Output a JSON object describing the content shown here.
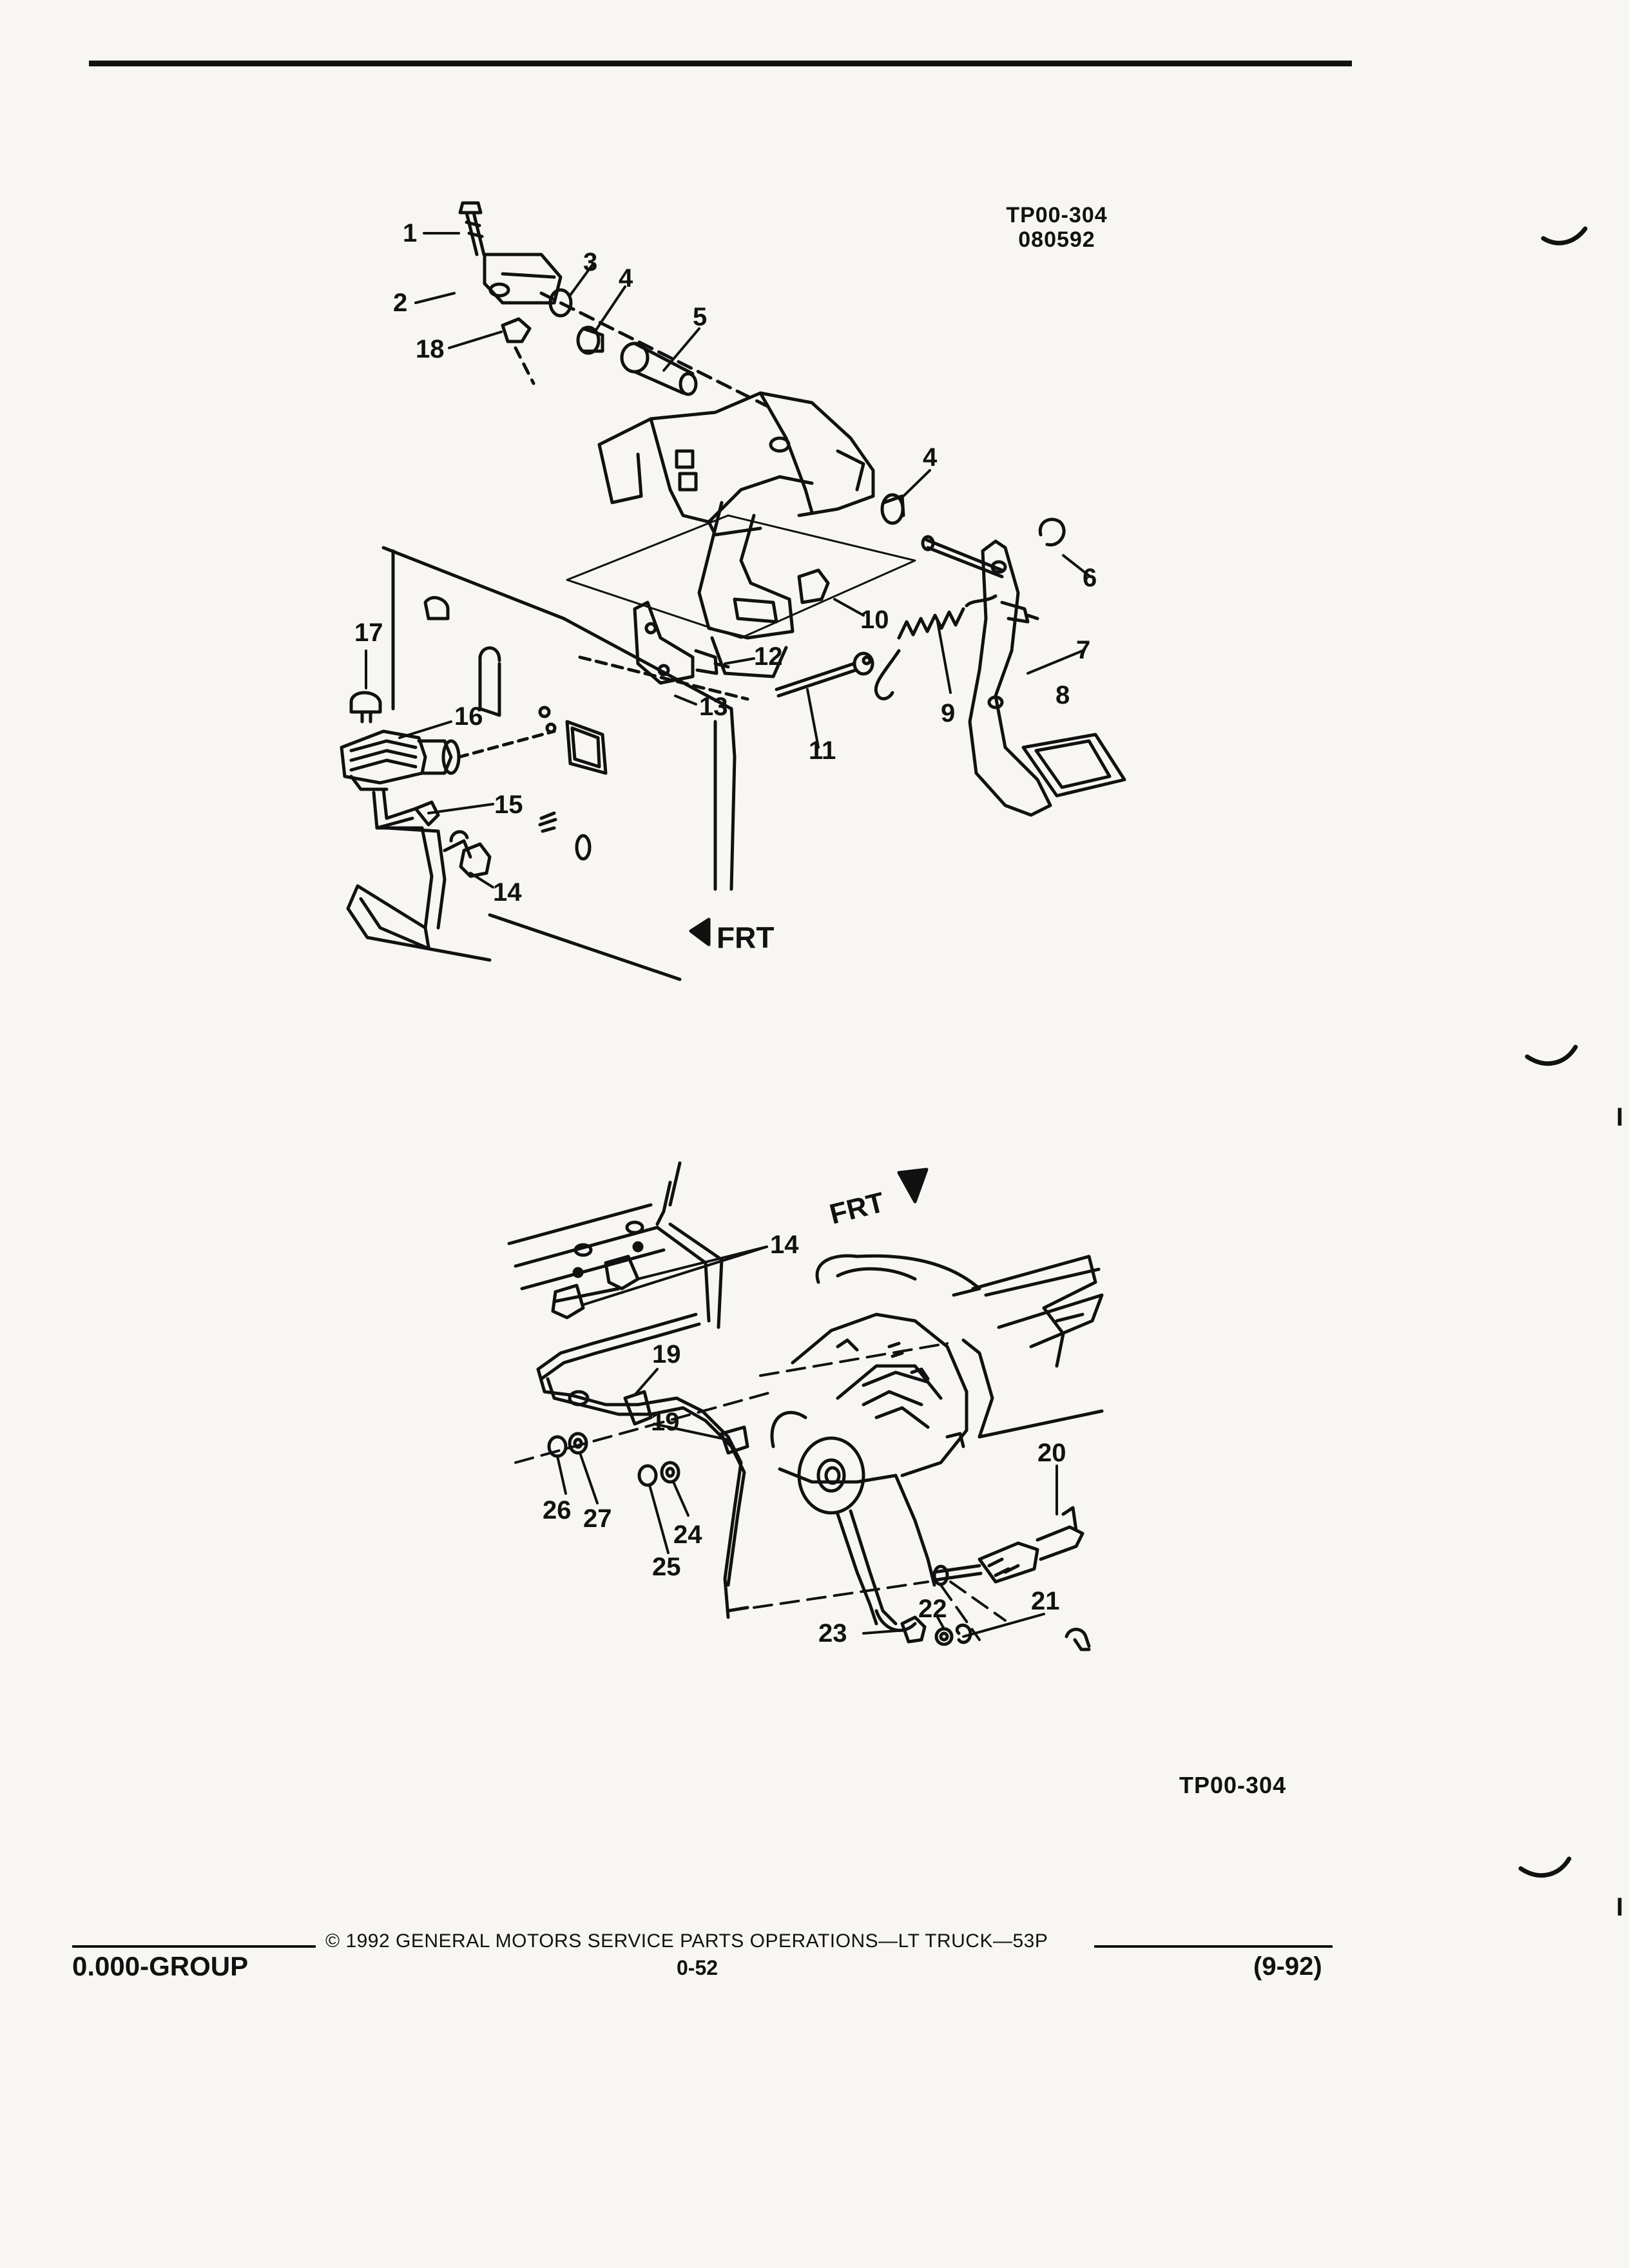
{
  "figure_code_top": [
    "TP00-304",
    "080592"
  ],
  "figure_code_bottom": "TP00-304",
  "direction_label": "FRT",
  "callouts_top": [
    "1",
    "2",
    "3",
    "4",
    "5",
    "4",
    "6",
    "7",
    "8",
    "9",
    "10",
    "11",
    "12",
    "13",
    "14",
    "15",
    "16",
    "17",
    "18"
  ],
  "callouts_bottom": [
    "14",
    "19",
    "19",
    "20",
    "21",
    "22",
    "23",
    "24",
    "25",
    "26",
    "27"
  ],
  "footer": {
    "copyright": "© 1992 GENERAL MOTORS SERVICE PARTS OPERATIONS—LT TRUCK—53P",
    "group": "0.000-GROUP",
    "page": "0-52",
    "date": "(9-92)"
  },
  "margin_marks": [
    "I",
    "I"
  ]
}
